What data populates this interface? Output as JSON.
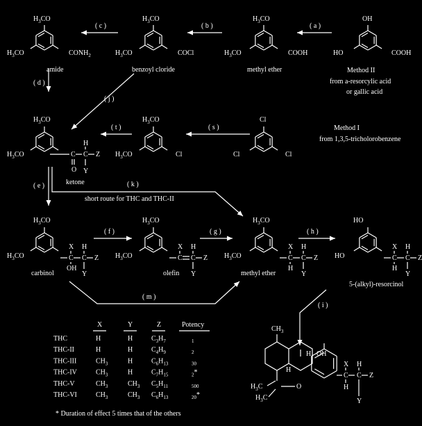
{
  "colors": {
    "background": "#000000",
    "foreground": "#ffffff"
  },
  "groups": {
    "h3co": "H3CO",
    "h3co_sub": "3",
    "ho": "HO",
    "oh": "OH",
    "cl": "Cl",
    "h3c": "H3C",
    "ch3": "CH3",
    "o": "O"
  },
  "substituents": {
    "conh2": "CONH2",
    "cocl": "COCl",
    "cooh": "COOH"
  },
  "chain_atoms": {
    "x": "X",
    "h": "H",
    "y": "Y",
    "z": "Z",
    "c": "C"
  },
  "compound_labels": {
    "amide": "amide",
    "benzoyl_chloride": "benzoyl cloride",
    "methyl_ether_top": "methyl ether",
    "method2_title": "Method II",
    "method2_line2": "from a-resorcylic acid",
    "method2_line3": "or gallic acid",
    "method1_title": "Method I",
    "method1_line2": "from 1,3,5-tricholorobenzene",
    "ketone": "ketone",
    "short_route": "short route for THC and THC-II",
    "carbinol": "carbinol",
    "olefin": "olefin",
    "methyl_ether_mid": "methyl ether",
    "resorcinol": "5-(alkyl)-resorcinol"
  },
  "step_labels": {
    "a": "( a )",
    "b": "( b )",
    "c": "( c )",
    "d": "( d )",
    "j": "( j )",
    "t": "( t )",
    "s": "( s )",
    "e": "( e )",
    "k": "( k )",
    "f": "( f )",
    "g": "( g )",
    "h": "( h )",
    "m": "( m )",
    "i": "( i )"
  },
  "table": {
    "headers": [
      "X",
      "Y",
      "Z",
      "Potency"
    ],
    "rows": [
      {
        "name": "THC",
        "x": "H",
        "y": "H",
        "z": "C3H7",
        "potency": "1"
      },
      {
        "name": "THC-II",
        "x": "H",
        "y": "H",
        "z": "C4H9",
        "potency": "2"
      },
      {
        "name": "THC-III",
        "x": "CH3",
        "y": "H",
        "z": "C6H13",
        "potency": "30"
      },
      {
        "name": "THC-IV",
        "x": "CH3",
        "y": "H",
        "z": "C7H15",
        "potency": "2*"
      },
      {
        "name": "THC-V",
        "x": "CH3",
        "y": "CH3",
        "z": "C5H11",
        "potency": "500"
      },
      {
        "name": "THC-VI",
        "x": "CH3",
        "y": "CH3",
        "z": "C6H13",
        "potency": "20*"
      }
    ],
    "footnote": "* Duration of effect 5 times that of the others"
  }
}
